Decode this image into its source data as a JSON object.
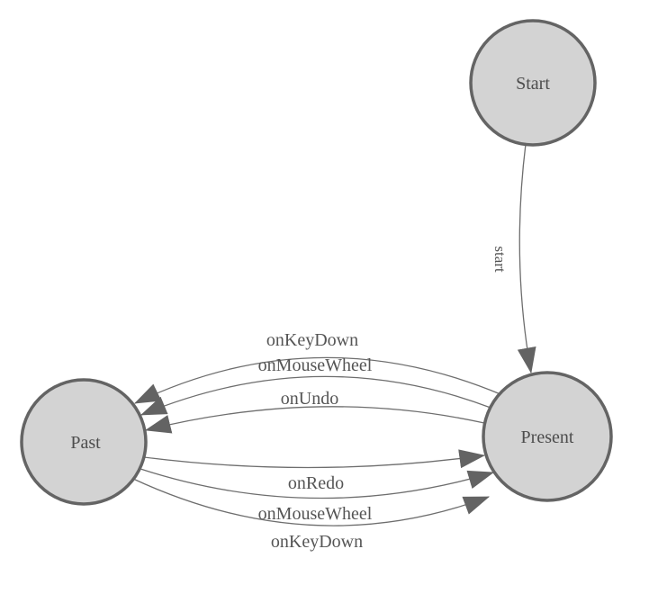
{
  "diagram": {
    "kind": "state-machine",
    "background_color": "#ffffff",
    "colors": {
      "node_fill": "#d3d3d3",
      "node_stroke": "#646464",
      "edge_stroke": "#6e6e6e",
      "arrow_fill": "#636363",
      "label_text": "#4d4d4d"
    },
    "nodes": [
      {
        "id": "start",
        "label": "Start"
      },
      {
        "id": "present",
        "label": "Present"
      },
      {
        "id": "past",
        "label": "Past"
      }
    ],
    "edges": [
      {
        "from": "Start",
        "to": "Present",
        "label": "start"
      },
      {
        "from": "Present",
        "to": "Past",
        "label": "onKeyDown"
      },
      {
        "from": "Present",
        "to": "Past",
        "label": "onMouseWheel"
      },
      {
        "from": "Present",
        "to": "Past",
        "label": "onUndo"
      },
      {
        "from": "Past",
        "to": "Present",
        "label": "onRedo"
      },
      {
        "from": "Past",
        "to": "Present",
        "label": "onMouseWheel"
      },
      {
        "from": "Past",
        "to": "Present",
        "label": "onKeyDown"
      }
    ]
  }
}
